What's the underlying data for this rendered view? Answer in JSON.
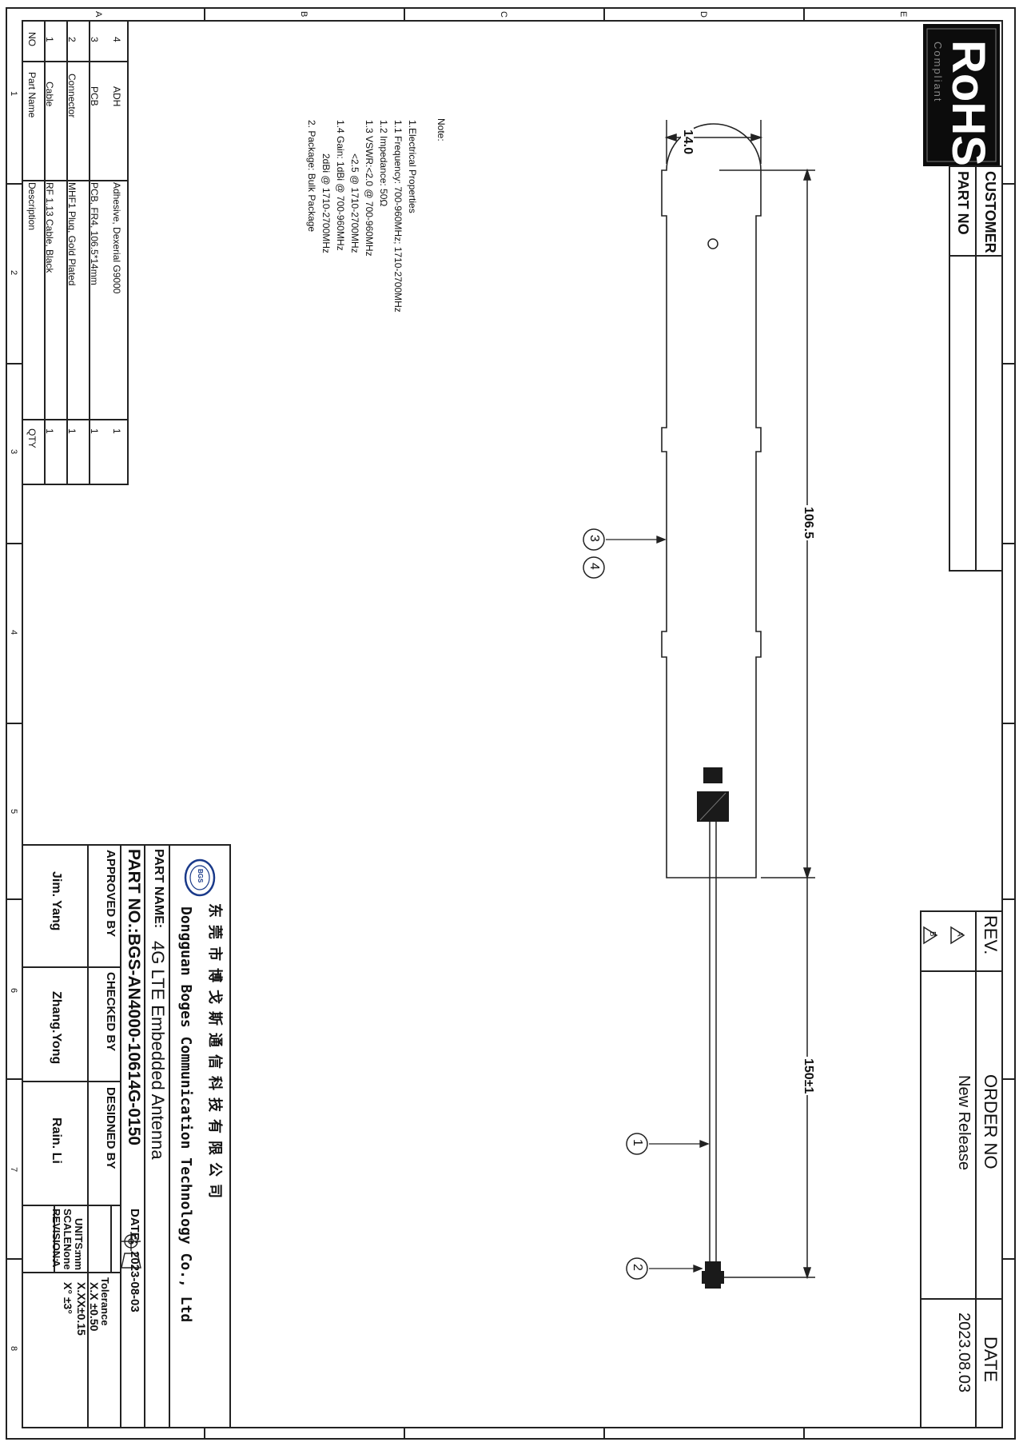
{
  "rohs": {
    "logo_text": "RoHS",
    "logo_subtext": "Compliant"
  },
  "header_box": {
    "customer_label": "CUSTOMER",
    "part_no_label": "PART NO"
  },
  "revision_block": {
    "rev_label": "REV.",
    "order_no_label": "ORDER NO",
    "date_label": "DATE",
    "rows": [
      {
        "rev": "A",
        "order": "New Release",
        "date": "2023.08.03"
      },
      {
        "rev": "B",
        "order": "",
        "date": ""
      }
    ]
  },
  "grid": {
    "letters": [
      "A",
      "B",
      "C",
      "D",
      "E"
    ],
    "numbers": [
      "1",
      "2",
      "3",
      "4",
      "5",
      "6",
      "7",
      "8"
    ]
  },
  "notes": {
    "heading": "Note:",
    "lines": [
      "1.Electrical Properties",
      "1.1 Frequency: 700-960MHz; 1710-2700MHz",
      "1.2 Impedance: 50Ω",
      "1.3 VSWR:<2.0 @ 700-960MHz",
      "<2.5 @ 1710-2700MHz",
      "1.4 Gain: 1dBi @ 700-960MHz",
      "2dBi @ 1710-2700MHz",
      "2. Package: Bulk Package"
    ]
  },
  "dimensions": {
    "width": "14.0",
    "pcb_length": "106.5",
    "cable_length": "150±1"
  },
  "callouts": [
    "1",
    "2",
    "3",
    "4"
  ],
  "bom": {
    "headers": {
      "no": "NO",
      "part_name": "Part Name",
      "description": "Description",
      "qty": "QTY"
    },
    "rows": [
      {
        "no": "4",
        "part_name": "ADH",
        "description": "Adhesive, Dexerial G9000",
        "qty": "1"
      },
      {
        "no": "3",
        "part_name": "PCB",
        "description": "PCB, FR4, 106.5*14mm",
        "qty": "1"
      },
      {
        "no": "2",
        "part_name": "Connector",
        "description": "MHF1 Plug, Gold Plated",
        "qty": "1"
      },
      {
        "no": "1",
        "part_name": "Cable",
        "description": "RF 1.13 Cable, Black",
        "qty": "1"
      }
    ]
  },
  "title_block": {
    "logo_text": "BGS",
    "company_cn": "东 莞 市 博 戈 斯 通 信 科 技 有 限 公 司",
    "company_en": "Dongguan Boges Communication Technology Co., Ltd",
    "part_name_label": "PART NAME:",
    "part_name_value": "4G LTE Embedded Antenna",
    "part_no_label": "PART NO.:",
    "part_no_value": "BGS-AN4000-10614G-0150",
    "date_label": "DATE:",
    "date_value": "2023-08-03",
    "approved_by_label": "APPROVED BY",
    "checked_by_label": "CHECKED BY",
    "designed_by_label": "DESIDNED BY",
    "approved_by": "Jim. Yang",
    "checked_by": "Zhang.Yong",
    "designed_by": "Rain. Li",
    "units_label": "UNITS:",
    "units_value": "mm",
    "scale_label": "SCALE:",
    "scale_value": "None",
    "revision_label": "REVISION:",
    "revision_value": "A",
    "tolerance_label": "Tolerance",
    "tolerances": [
      "X.X  ±0.50",
      "X.XX±0.15",
      "X°   ±3°"
    ]
  }
}
